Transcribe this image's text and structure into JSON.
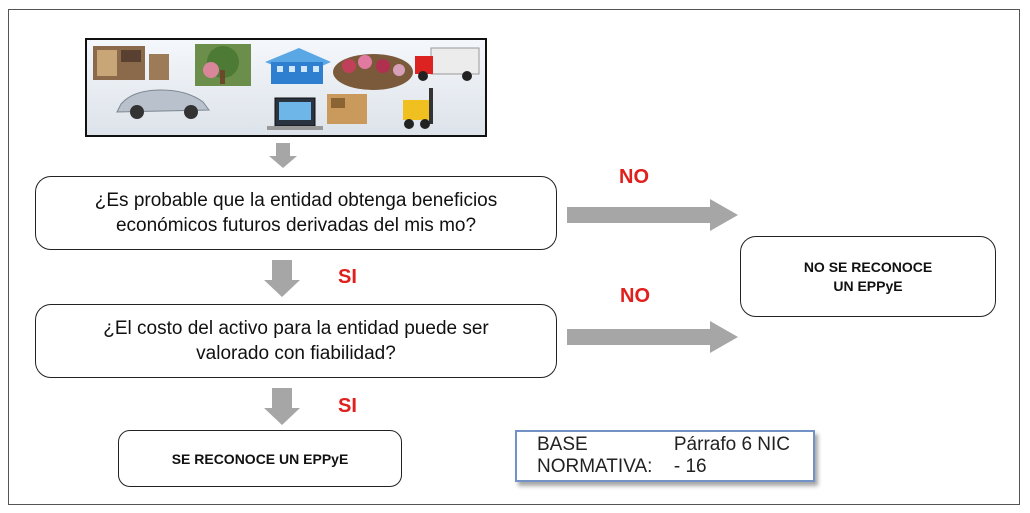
{
  "question_1": {
    "line1": "¿Es probable que la entidad obtenga beneficios",
    "line2": "económicos futuros derivadas del mis mo?"
  },
  "question_2": {
    "line1": "¿El costo del activo para la entidad puede ser",
    "line2": "valorado con fiabilidad?"
  },
  "labels": {
    "no_1": "NO",
    "no_2": "NO",
    "si_1": "SI",
    "si_2": "SI"
  },
  "outcomes": {
    "not_recognized_line1": "NO SE RECONOCE",
    "not_recognized_line2": "UN EPPyE",
    "recognized": "SE RECONOCE UN EPPyE"
  },
  "base_normativa": {
    "label": "BASE NORMATIVA:",
    "value": "Párrafo 6 NIC - 16"
  },
  "collage_icons": [
    "furniture-icon",
    "tree-icon",
    "building-icon",
    "plants-icon",
    "truck-icon",
    "car-icon",
    "computer-icon",
    "warehouse-icon",
    "forklift-icon"
  ],
  "colors": {
    "arrow": "#a6a6a6",
    "label_red": "#e0201c",
    "base_border": "#7393c6"
  }
}
